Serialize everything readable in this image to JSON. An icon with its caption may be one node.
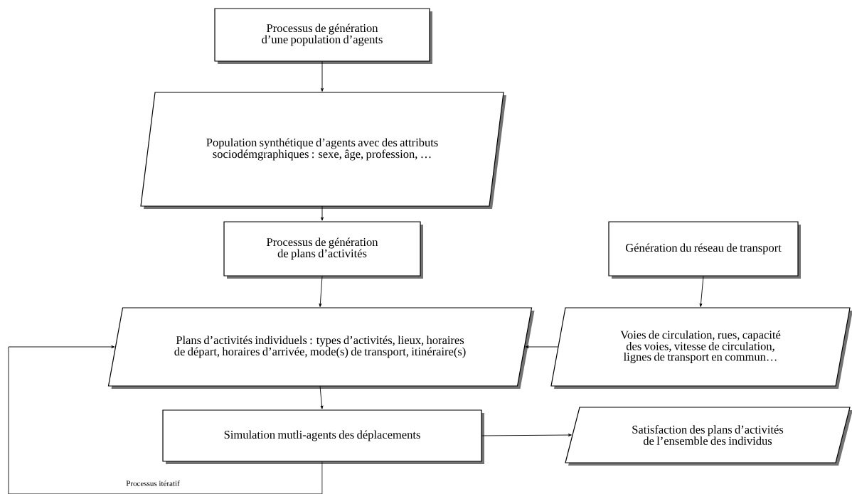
{
  "diagram": {
    "nodes": [
      {
        "text": [
          "Processus de génération d’une population d’agents"
        ]
      },
      {
        "text": [
          "Population synthétique d’agents avec des attributs sociodémgraphiques : sexe, âge, profession, …"
        ]
      },
      {
        "text": [
          "Processus de génération de plans d’activités"
        ]
      },
      {
        "text": [
          "Génération du réseau de transport"
        ]
      },
      {
        "text": [
          "Plans d’activités individuels : types d’activités, lieux, horaires de départ, horaires d’arrivée, mode(s) de transport, itinéraire(s)"
        ]
      },
      {
        "text": [
          "Voies de circulation, rues, capacité des voies, vitesse de circulation, lignes de transport en commun…"
        ]
      },
      {
        "text": [
          "Simulation mutli-agents des déplacements"
        ]
      },
      {
        "text": [
          "Satisfaction des plans d’activités de l’ensemble des individus"
        ]
      }
    ],
    "edges": [
      {
        "from": 0,
        "to": 1,
        "arrow": "to"
      },
      {
        "from": 1,
        "to": 2,
        "arrow": "to"
      },
      {
        "from": 2,
        "to": 4,
        "arrow": "to"
      },
      {
        "from": 3,
        "to": 5,
        "arrow": "to"
      },
      {
        "from": 5,
        "to": 4,
        "arrow": "to"
      },
      {
        "from": 4,
        "to": 6,
        "arrow": "to"
      },
      {
        "from": 6,
        "to": 7,
        "arrow": "to"
      },
      {
        "from": 6,
        "to": 4,
        "arrow": "to",
        "label": "Processus itératif"
      }
    ]
  }
}
